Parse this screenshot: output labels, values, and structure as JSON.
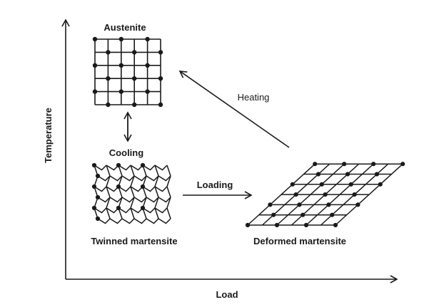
{
  "axes": {
    "x_label": "Load",
    "y_label": "Temperature"
  },
  "phases": {
    "austenite": "Austenite",
    "twinned": "Twinned martensite",
    "deformed": "Deformed martensite"
  },
  "transitions": {
    "cooling": "Cooling",
    "loading": "Loading",
    "heating": "Heating"
  },
  "colors": {
    "ink": "#1a1a1a",
    "background": "#ffffff"
  }
}
